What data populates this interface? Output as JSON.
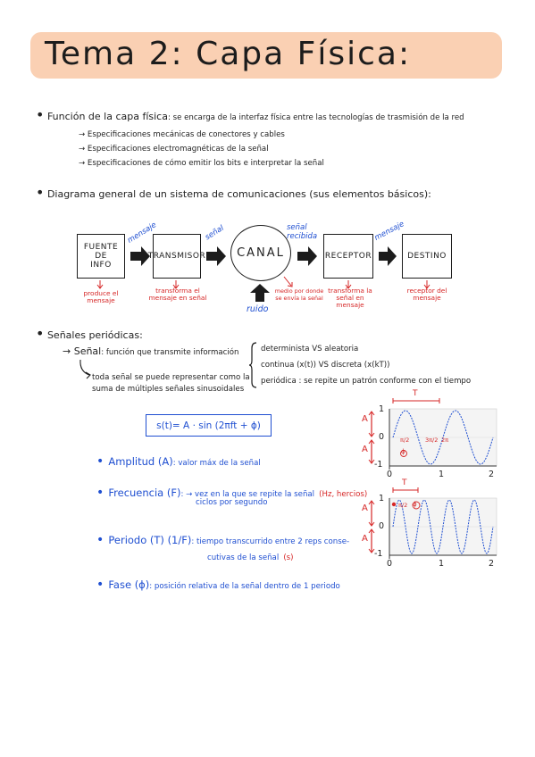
{
  "title": "Tema 2: Capa Física:",
  "section1": {
    "heading_term": "Función de la capa física",
    "heading_desc": ": se encarga de la interfaz física entre las tecnologías de trasmisión de la red",
    "items": [
      "→ Especificaciones mecánicas de conectores y cables",
      "→ Especificaciones electromagnéticas de la señal",
      "→ Especificaciones de cómo emitir los bits e interpretar la señal"
    ]
  },
  "section2": {
    "heading": "Diagrama general de un sistema de comunicaciones (sus elementos básicos):",
    "boxes": {
      "fuente_line1": "FUENTE DE",
      "fuente_line2": "INFO",
      "transmisor": "TRANSMISOR",
      "canal": "CANAL",
      "receptor": "RECEPTOR",
      "destino": "DESTINO"
    },
    "arrow_labels": {
      "mensaje1": "mensaje",
      "senal": "señal",
      "senal_recibida_1": "señal",
      "senal_recibida_2": "recibida",
      "mensaje2": "mensaje",
      "ruido": "ruido"
    },
    "notes": {
      "produce": "produce el mensaje",
      "transforma": "transforma el mensaje en señal",
      "medio": "medio por donde se envía la señal",
      "transforma_senal": "transforma la señal en mensaje",
      "receptor_del": "receptor del mensaje"
    }
  },
  "section3": {
    "heading": "Señales periódicas:",
    "senal_term": "→ Señal",
    "senal_def": ": función que transmite información",
    "types": [
      "determinista VS aleatoria",
      "continua (x(t)) VS discreta (x(kT))",
      "periódica : se repite un patrón conforme con el tiempo"
    ],
    "note_line1": "toda señal se puede representar como la",
    "note_line2": "suma de múltiples señales sinusoidales",
    "formula": "s(t)= A · sin (2πft + ϕ)",
    "properties": [
      {
        "name": "Amplitud (A)",
        "desc": ": valor máx de la señal"
      },
      {
        "name": "Frecuencia (F)",
        "desc_blue": "vez en la que se repite la señal",
        "desc_red": "(Hz, hercios)",
        "desc2": "ciclos por segundo"
      },
      {
        "name": "Periodo (T) (1/F)",
        "desc": ": tiempo transcurrido entre 2 reps conse-",
        "desc_cont": "cutivas de la señal",
        "desc_red": "(s)"
      },
      {
        "name": "Fase (ϕ)",
        "desc": ": posición relativa de la señal dentro de 1 periodo"
      }
    ]
  },
  "plots": [
    {
      "type": "line",
      "amplitude_label": "A",
      "period_label": "T",
      "freq_cycles": 1,
      "y_ticks": [
        "1",
        "0",
        "-1"
      ],
      "x_ticks": [
        "0",
        "1",
        "2"
      ],
      "annotations": [
        "π/2",
        "3π/2",
        "2π",
        "ϕ"
      ]
    },
    {
      "type": "line",
      "amplitude_label": "A",
      "period_label": "T",
      "freq_cycles": 2,
      "y_ticks": [
        "1",
        "0",
        "-1"
      ],
      "x_ticks": [
        "0",
        "1",
        "2"
      ],
      "annotations": [
        "π/2",
        "ϕ"
      ]
    }
  ],
  "colors": {
    "banner": "#fad0b3",
    "blue": "#1f4fd1",
    "red": "#d62626",
    "ink": "#1c1c1c"
  }
}
